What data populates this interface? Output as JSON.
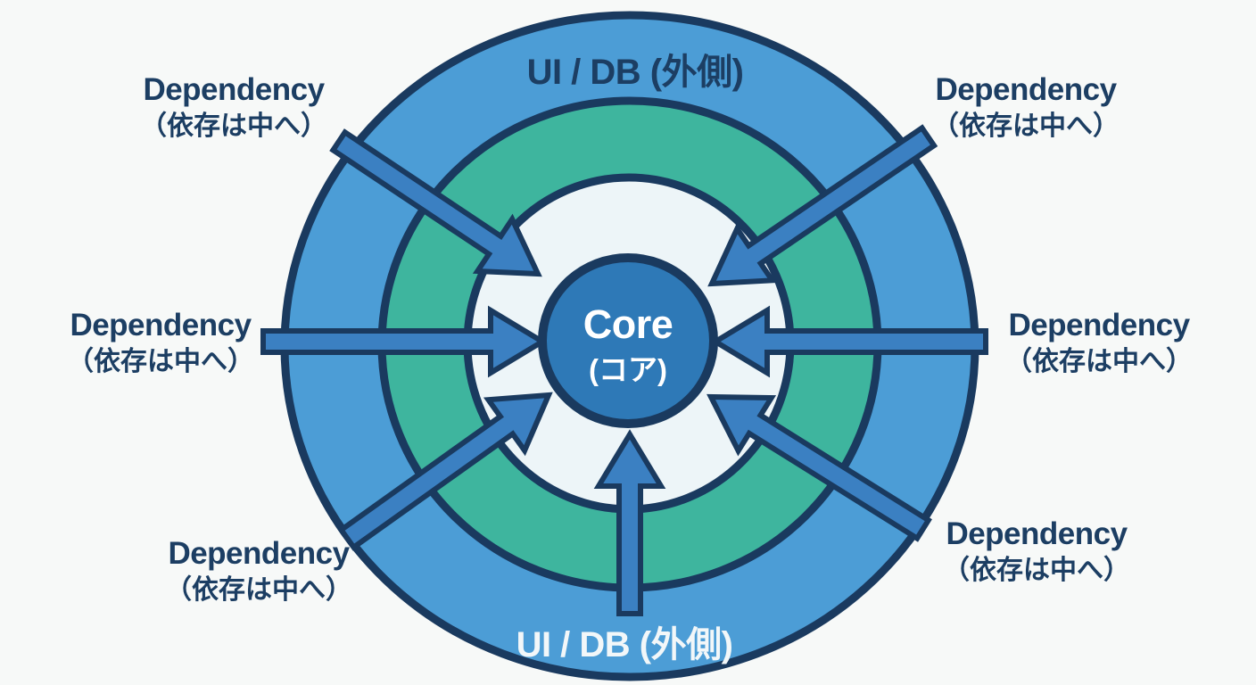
{
  "diagram": {
    "title_implied": "Dependency rule diagram (dependencies point inward to the core)",
    "core": {
      "title": "Core",
      "subtitle": "(コア)"
    },
    "outer_ring": {
      "label_top": "UI / DB (外側)",
      "label_bottom": "UI / DB (外側)"
    },
    "dependency_labels": [
      {
        "position": "top-left",
        "line1": "Dependency",
        "line2": "（依存は中へ）"
      },
      {
        "position": "top-right",
        "line1": "Dependency",
        "line2": "（依存は中へ）"
      },
      {
        "position": "middle-left",
        "line1": "Dependency",
        "line2": "（依存は中へ）"
      },
      {
        "position": "middle-right",
        "line1": "Dependency",
        "line2": "（依存は中へ）"
      },
      {
        "position": "bottom-left",
        "line1": "Dependency",
        "line2": "（依存は中へ）"
      },
      {
        "position": "bottom-right",
        "line1": "Dependency",
        "line2": "（依存は中へ）"
      }
    ],
    "arrows": {
      "count": 7,
      "direction": "inward-toward-core",
      "positions": [
        "top-left",
        "top-right",
        "middle-left",
        "middle-right",
        "bottom-left",
        "bottom-right",
        "bottom-center"
      ]
    },
    "colors": {
      "background": "#f7f9f8",
      "outer_ring_blue": "#4c9dd6",
      "middle_ring_teal": "#3eb59e",
      "inner_ring_white": "#edf5f8",
      "core_blue": "#2e79b7",
      "outline_navy": "#1a3a5f",
      "arrow_blue": "#3b80c2",
      "label_navy": "#1c3e63",
      "label_white": "#f2f7f9"
    }
  }
}
